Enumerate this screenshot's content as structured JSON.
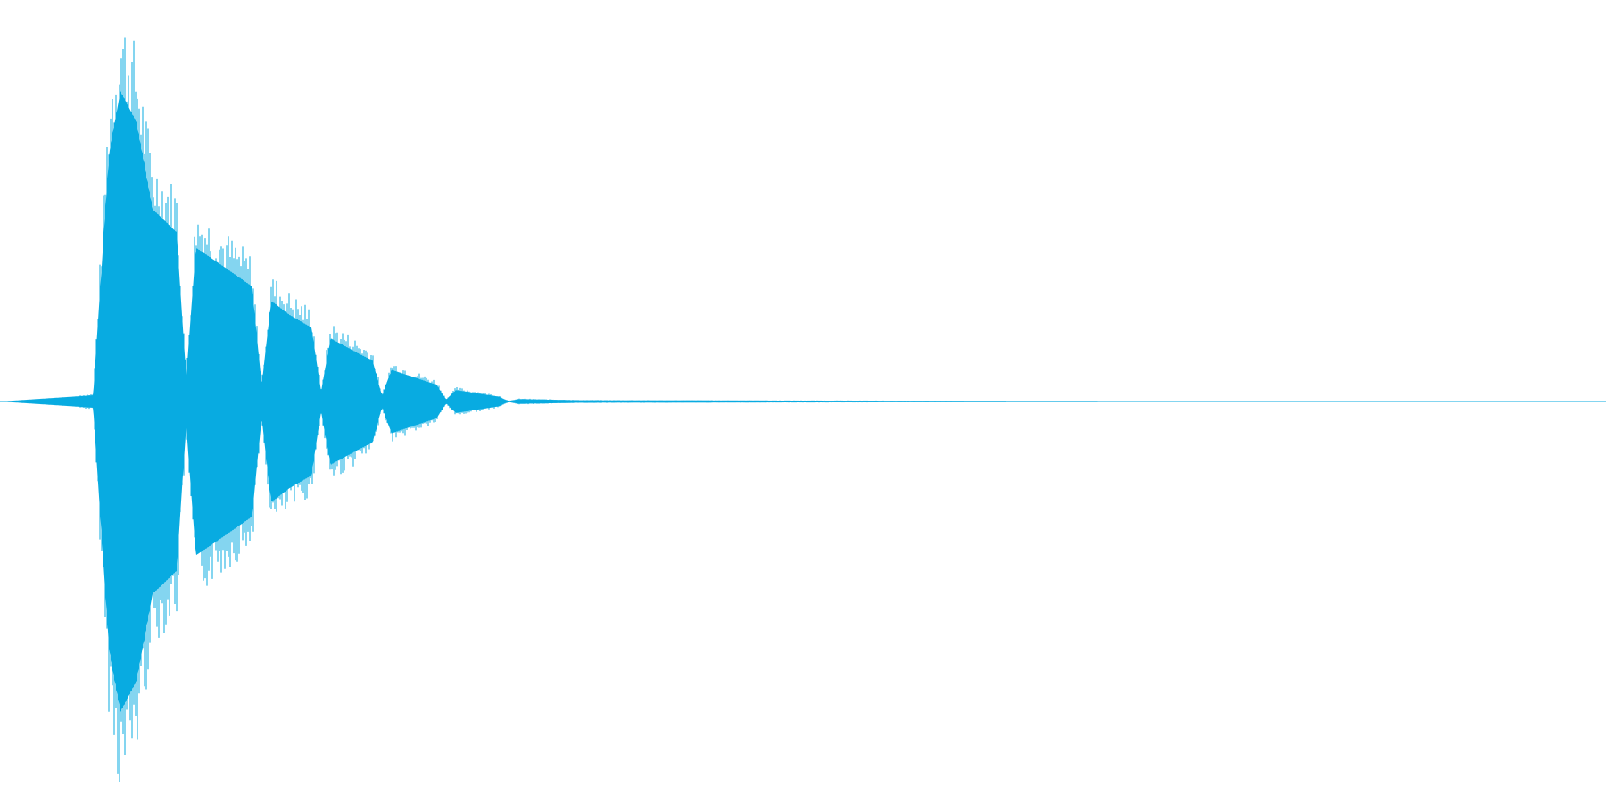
{
  "waveform": {
    "color": "#08abe1",
    "background": "#ffffff",
    "baseline": "center",
    "description_kind": "audio waveform (single channel, decaying percussive hit)",
    "envelope": {
      "times": [
        0.0,
        0.058,
        0.068,
        0.075,
        0.085,
        0.095,
        0.115,
        0.135,
        0.16,
        0.18,
        0.2,
        0.225,
        0.245,
        0.28,
        0.32,
        0.36,
        0.6,
        1.0
      ],
      "amplitudes": [
        0.0,
        0.02,
        0.8,
        1.0,
        0.9,
        0.62,
        0.52,
        0.45,
        0.36,
        0.28,
        0.22,
        0.15,
        0.1,
        0.04,
        0.008,
        0.004,
        0.002,
        0.0
      ]
    },
    "beat_dips": [
      0.116,
      0.163,
      0.2,
      0.238,
      0.278,
      0.317
    ],
    "oscillation_cycles": 180
  }
}
